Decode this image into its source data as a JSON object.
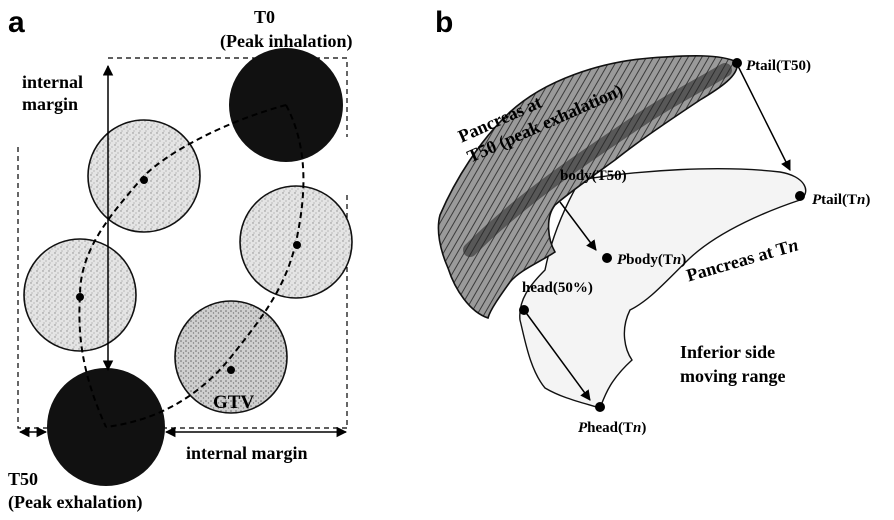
{
  "panel_a": {
    "letter": "a",
    "t0_label": "T0",
    "t0_sub": "(Peak inhalation)",
    "internal_margin_top_line1": "internal",
    "internal_margin_top_line2": "margin",
    "gtv_label": "GTV",
    "internal_margin_bottom": "internal margin",
    "t50_label": "T50",
    "t50_sub": "(Peak exhalation)"
  },
  "panel_b": {
    "letter": "b",
    "pancreas_t50_line1": "Pancreas at",
    "pancreas_t50_line2": "T50 (peak exhalation)",
    "ptail_t50_prefix": "P",
    "ptail_t50_rest": "tail(T50)",
    "pbody_t50": "body(T50)",
    "ptail_tn_prefix": "P",
    "ptail_tn_rest": "tail(T",
    "ptail_tn_n": "n",
    "pancreas_tn_prefix": "Pancreas at T",
    "pancreas_tn_n": "n",
    "pbody_tn_prefix": "P",
    "pbody_tn_rest": "body(T",
    "pbody_tn_n": "n",
    "phead_t50": "head(50%)",
    "inferior_line1": "Inferior side",
    "inferior_line2": "moving range",
    "phead_tn_prefix": "P",
    "phead_tn_rest": "head(T",
    "phead_tn_n": "n"
  }
}
